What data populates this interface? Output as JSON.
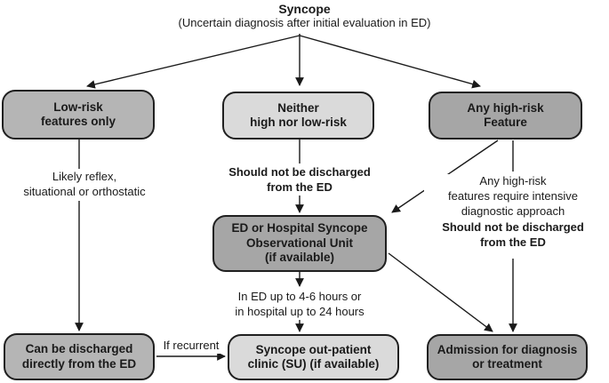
{
  "diagram": {
    "title": "Syncope",
    "subtitle": "(Uncertain diagnosis after initial evaluation in ED)"
  },
  "nodes": {
    "low_risk": "Low-risk\nfeatures only",
    "neither": "Neither\nhigh nor low-risk",
    "high_risk": "Any high-risk\nFeature",
    "obs_unit": "ED or Hospital Syncope\nObservational Unit\n(if available)",
    "discharge": "Can be discharged\ndirectly from the ED",
    "clinic": "Syncope out-patient\nclinic (SU) (if available)",
    "admission": "Admission for diagnosis\nor treatment"
  },
  "annotations": {
    "low_risk_note": "Likely reflex,\nsituational or orthostatic",
    "neither_note": "Should not be discharged\nfrom the ED",
    "high_risk_note": "Any high-risk\nfeatures require intensive\ndiagnostic approach",
    "high_risk_note_bold": "Should not be discharged\nfrom the ED",
    "obs_unit_note": "In ED up to 4-6 hours or\nin hospital up to 24 hours",
    "recurrent_label": "If recurrent"
  },
  "colors": {
    "box_fill_medium": "#b5b5b5",
    "box_fill_light": "#dadada",
    "box_fill_dark": "#a6a6a6",
    "box_border": "#1f1f1f",
    "line": "#1a1a1a",
    "background": "#ffffff"
  }
}
